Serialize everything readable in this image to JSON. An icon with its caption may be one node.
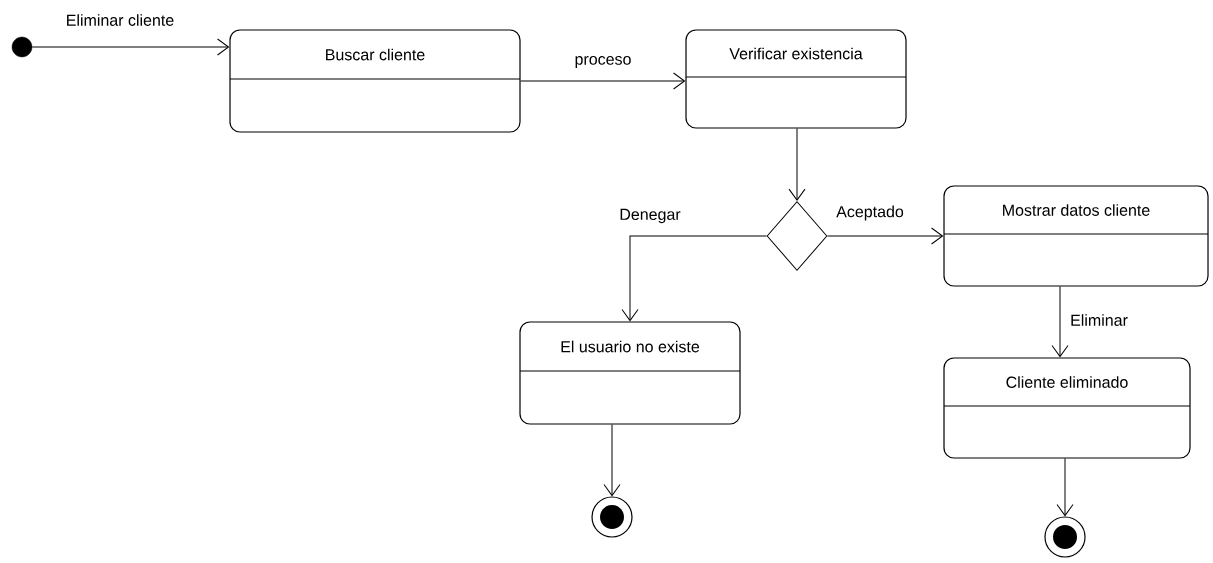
{
  "diagram": {
    "nodes": [
      {
        "text": [],
        "shape": "circle"
      },
      {
        "text": [
          "Buscar cliente"
        ]
      },
      {
        "text": [
          "Verificar existencia"
        ]
      },
      {
        "text": [],
        "shape": "diamond"
      },
      {
        "text": [
          "Mostrar datos cliente"
        ]
      },
      {
        "text": [
          "El usuario no existe"
        ]
      },
      {
        "text": [
          "Cliente eliminado"
        ]
      },
      {
        "text": [],
        "shape": "bullseye"
      },
      {
        "text": [],
        "shape": "bullseye"
      }
    ],
    "edges": [
      {
        "from": 0,
        "to": 1,
        "arrow": "to",
        "label": "Eliminar cliente"
      },
      {
        "from": 1,
        "to": 2,
        "arrow": "to",
        "label": "proceso"
      },
      {
        "from": 2,
        "to": 3,
        "arrow": "to"
      },
      {
        "from": 3,
        "to": 4,
        "arrow": "to",
        "label": "Aceptado"
      },
      {
        "from": 3,
        "to": 5,
        "arrow": "to",
        "label": "Denegar"
      },
      {
        "from": 4,
        "to": 6,
        "arrow": "to",
        "label": "Eliminar"
      },
      {
        "from": 5,
        "to": 7,
        "arrow": "to"
      },
      {
        "from": 6,
        "to": 8,
        "arrow": "to"
      }
    ]
  }
}
